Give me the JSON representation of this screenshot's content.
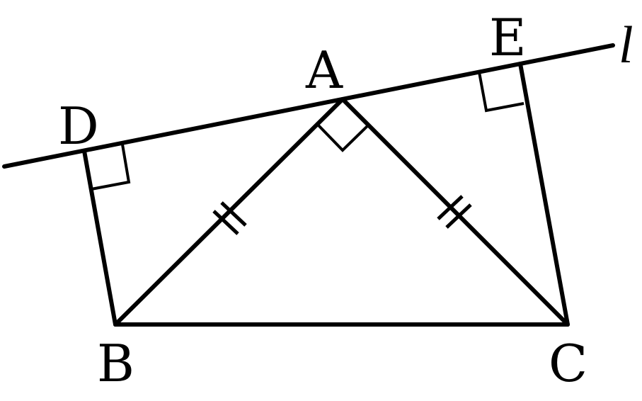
{
  "figure": {
    "labels": {
      "A": "A",
      "B": "B",
      "C": "C",
      "D": "D",
      "E": "E",
      "line": "l"
    }
  }
}
